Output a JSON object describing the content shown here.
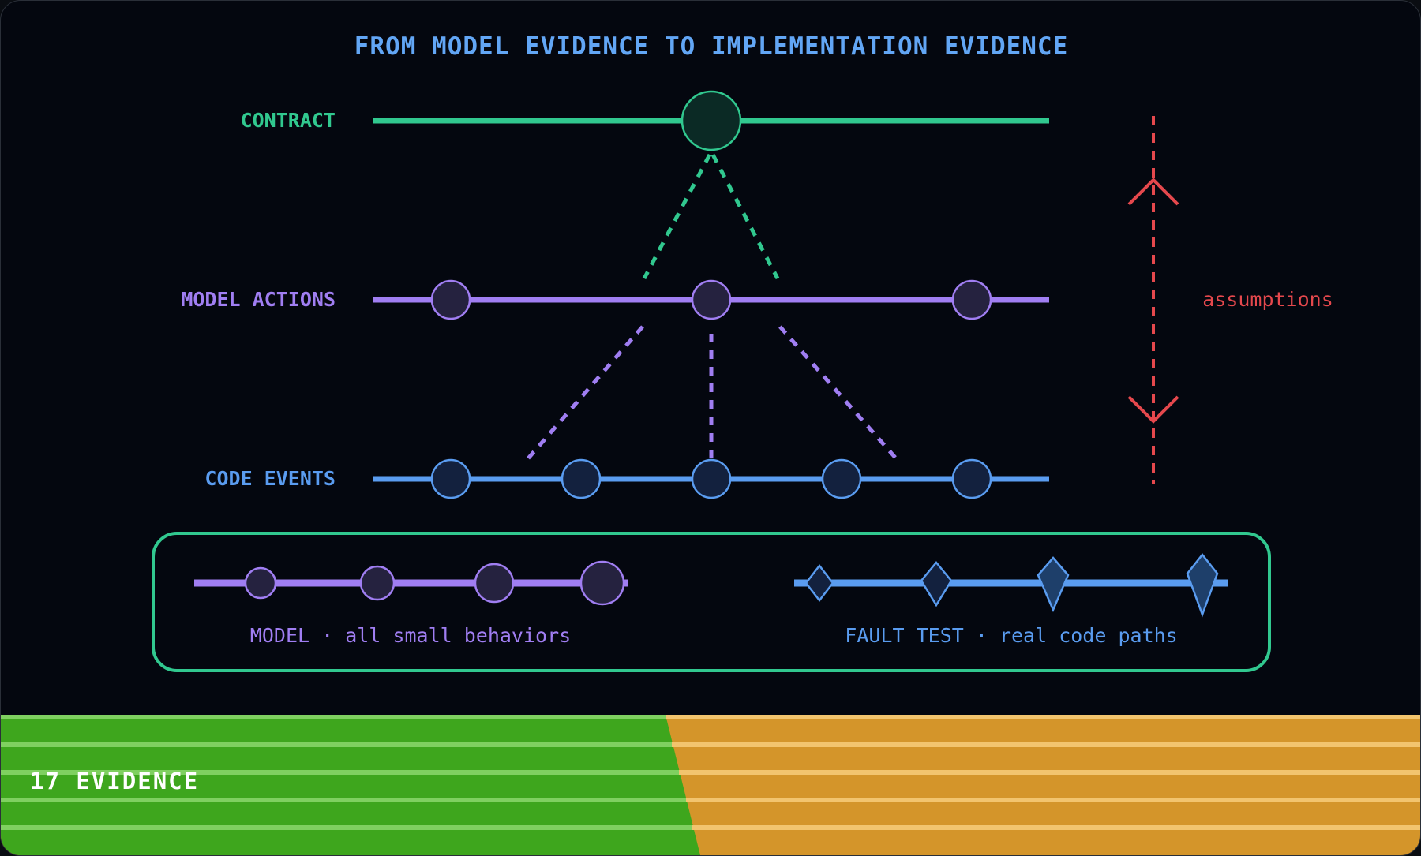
{
  "title": "FROM MODEL EVIDENCE TO IMPLEMENTATION EVIDENCE",
  "rows": {
    "contract": {
      "label": "CONTRACT",
      "node_count": 1
    },
    "model_actions": {
      "label": "MODEL ACTIONS",
      "node_count": 3
    },
    "code_events": {
      "label": "CODE EVENTS",
      "node_count": 5
    }
  },
  "assumptions_label": "assumptions",
  "evidence_box": {
    "model_caption": "MODEL · all small behaviors",
    "fault_caption": "FAULT TEST · real code paths",
    "model_marker_count": 4,
    "fault_marker_count": 4
  },
  "footer": {
    "number": "17",
    "label": "EVIDENCE"
  },
  "colors": {
    "background": "#04070f",
    "title": "#62a6f5",
    "contract": "#31c88f",
    "model": "#a07ef2",
    "code": "#5a9cf0",
    "assumptions": "#e5484d",
    "footer_green": "#3ea61d",
    "footer_orange": "#d4952a"
  }
}
